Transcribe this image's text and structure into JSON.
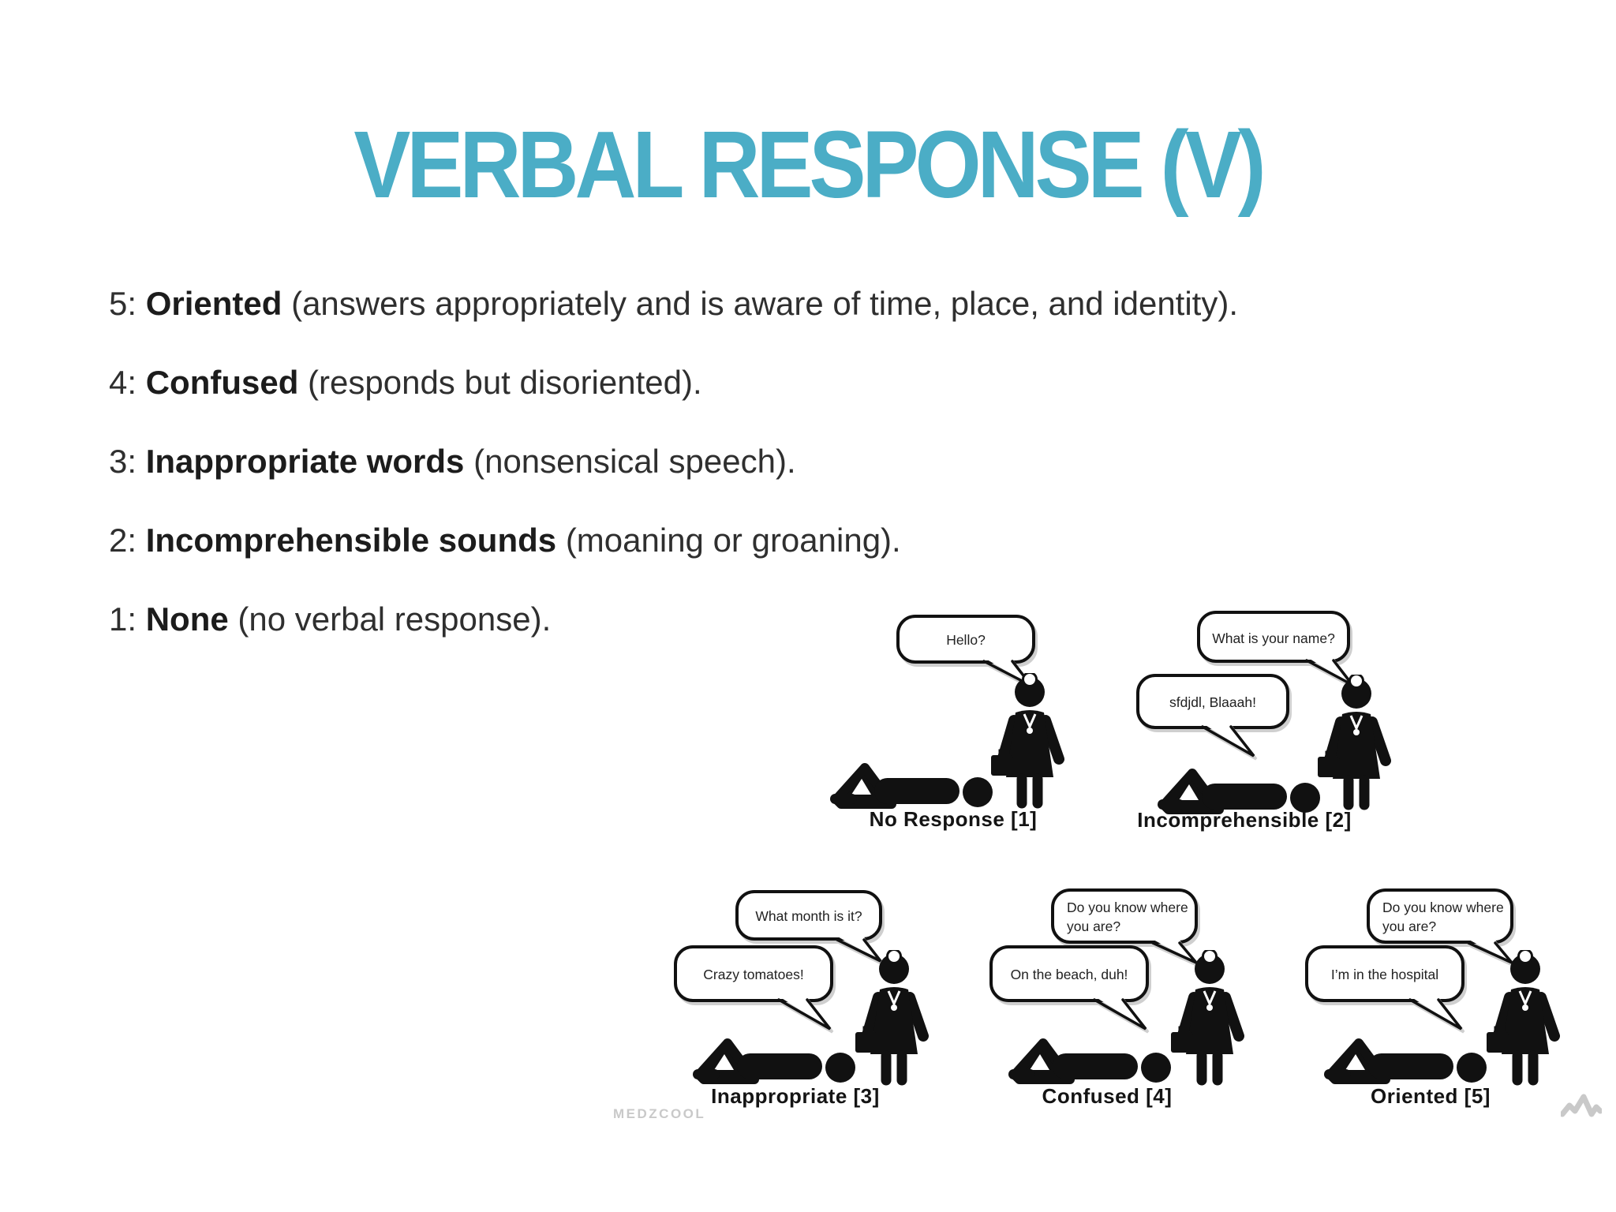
{
  "slide": {
    "title": "VERBAL RESPONSE (V)",
    "watermark": "MEDZCOOL"
  },
  "colors": {
    "title_accent": "#4badc6",
    "silhouette": "#111111",
    "watermark_gray": "#c9c9c9"
  },
  "list": {
    "items": [
      {
        "num": "5:",
        "term": "Oriented",
        "rest": "(answers appropriately and is aware of time, place, and identity)."
      },
      {
        "num": "4:",
        "term": "Confused",
        "rest": "(responds but disoriented)."
      },
      {
        "num": "3:",
        "term": "Inappropriate words",
        "rest": "(nonsensical speech)."
      },
      {
        "num": "2:",
        "term": "Incomprehensible sounds",
        "rest": "(moaning or groaning)."
      },
      {
        "num": "1:",
        "term": "None",
        "rest": "(no verbal response)."
      }
    ]
  },
  "scenes": [
    {
      "caption": "No Response [1]",
      "doctor_line1": "Hello?",
      "doctor_line2": "",
      "patient_line1": ""
    },
    {
      "caption": "Incomprehensible [2]",
      "doctor_line1": "What is your name?",
      "doctor_line2": "",
      "patient_line1": "sfdjdl, Blaaah!"
    },
    {
      "caption": "Inappropriate [3]",
      "doctor_line1": "What month is it?",
      "doctor_line2": "",
      "patient_line1": "Crazy tomatoes!"
    },
    {
      "caption": "Confused [4]",
      "doctor_line1": "Do you know where",
      "doctor_line2": "you are?",
      "patient_line1": "On the beach, duh!"
    },
    {
      "caption": "Oriented [5]",
      "doctor_line1": "Do you know where",
      "doctor_line2": "you are?",
      "patient_line1": "I’m in the hospital"
    }
  ]
}
